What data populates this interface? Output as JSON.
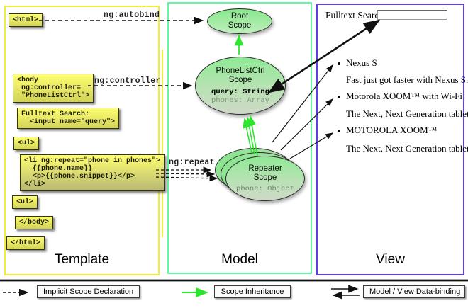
{
  "template": {
    "title": "Template",
    "html_open": "<html>",
    "body_open": [
      "<body",
      " ng:controller=",
      " \"PhoneListCtrl\">"
    ],
    "fulltext": [
      "Fulltext Search:",
      "  <input name=\"query\">"
    ],
    "ul_open": "<ul>",
    "li": [
      "<li ng:repeat=\"phone in phones\">",
      "  {{phone.name}}",
      "  <p>{{phone.snippet}}</p>",
      "</li>"
    ],
    "ul_close": "<ul>",
    "body_close": "</body>",
    "html_close": "</html>"
  },
  "arrows": {
    "ng_autobind": "ng:autobind",
    "ng_controller": "ng:controller",
    "ng_repeat": "ng:repeat"
  },
  "model": {
    "title": "Model",
    "root_scope": {
      "name0": "Root",
      "name1": "Scope"
    },
    "phonelist": {
      "name0": "PhoneListCtrl",
      "name1": "Scope",
      "prop_query": "query: String",
      "prop_phones": "phones: Array"
    },
    "repeater": {
      "name0": "Repeater",
      "name1": "Scope",
      "prop_phone": "phone: Object"
    }
  },
  "view": {
    "title": "View",
    "search_label": "Fulltext Search:",
    "search_value": "",
    "items": [
      {
        "title": "Nexus S",
        "desc": "Fast just got faster with Nexus S."
      },
      {
        "title": "Motorola XOOM™  with Wi-Fi",
        "desc": "The Next, Next Generation tablet."
      },
      {
        "title": "MOTOROLA XOOM™",
        "desc": "The Next, Next Generation tablet."
      }
    ]
  },
  "legend": {
    "implicit": "Implicit Scope Declaration",
    "inheritance": "Scope Inheritance",
    "binding": "Model / View Data-binding"
  },
  "colors": {
    "template_border": "#f2ee35",
    "model_border": "#5ffba2",
    "view_border": "#5b41ee",
    "green_arrow": "#2ee52e"
  }
}
